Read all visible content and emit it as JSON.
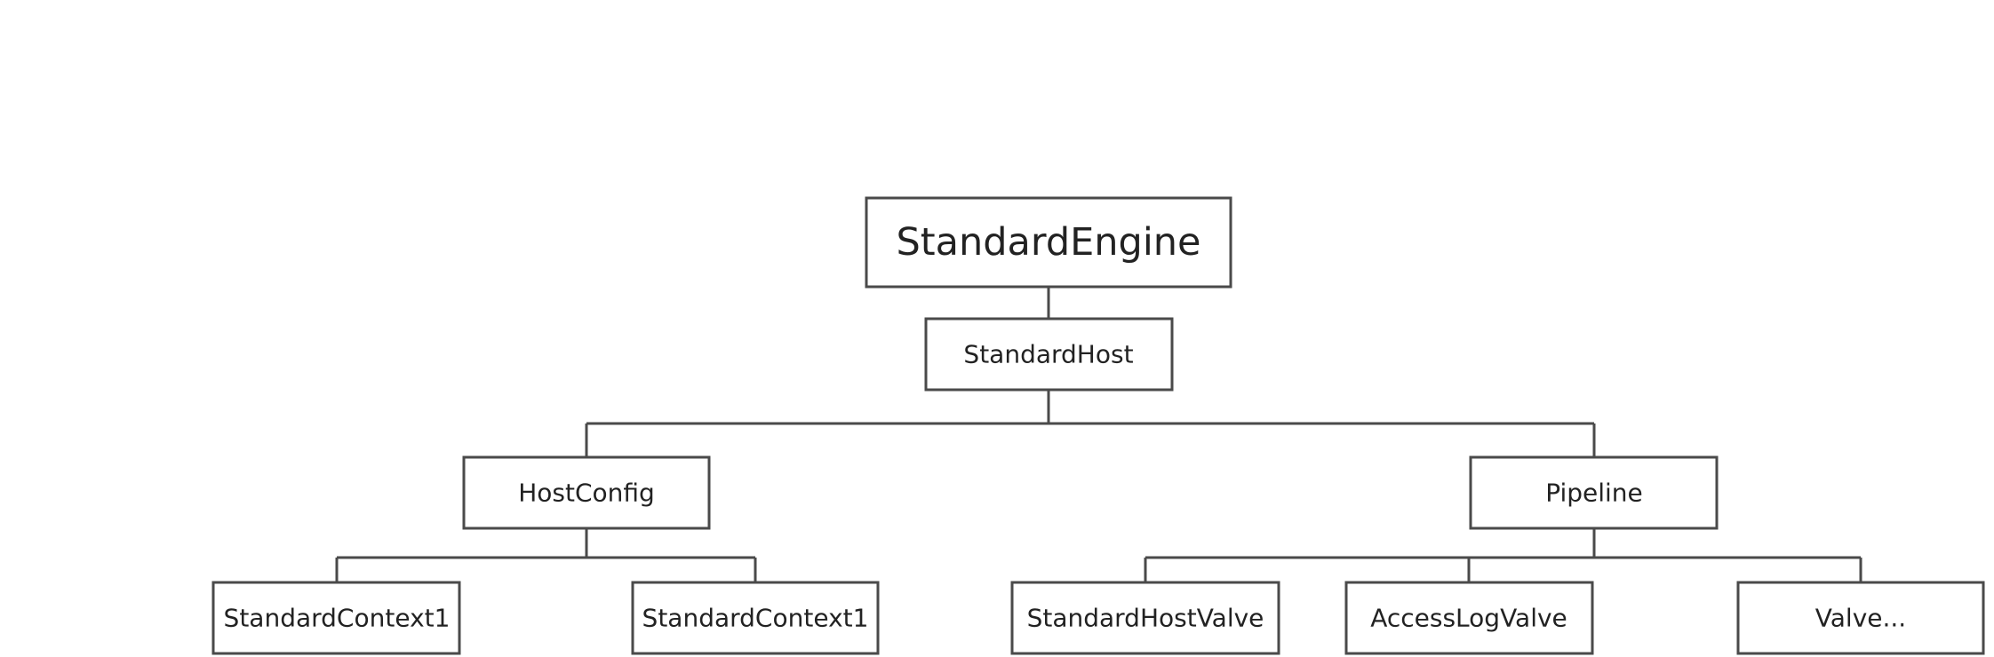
{
  "diagram": {
    "nodes": {
      "standard_engine": "StandardEngine",
      "standard_host": "StandardHost",
      "host_config": "HostConfig",
      "pipeline": "Pipeline",
      "standard_context_1": "StandardContext1",
      "standard_context_2": "StandardContext1",
      "standard_host_valve": "StandardHostValve",
      "access_log_valve": "AccessLogValve",
      "valve_more": "Valve..."
    },
    "edges": [
      [
        "standard_engine",
        "standard_host"
      ],
      [
        "standard_host",
        "host_config"
      ],
      [
        "standard_host",
        "pipeline"
      ],
      [
        "host_config",
        "standard_context_1"
      ],
      [
        "host_config",
        "standard_context_2"
      ],
      [
        "pipeline",
        "standard_host_valve"
      ],
      [
        "pipeline",
        "access_log_valve"
      ],
      [
        "pipeline",
        "valve_more"
      ]
    ],
    "colors": {
      "stroke": "#4a4a4a",
      "text": "#222222",
      "background": "#ffffff"
    }
  }
}
